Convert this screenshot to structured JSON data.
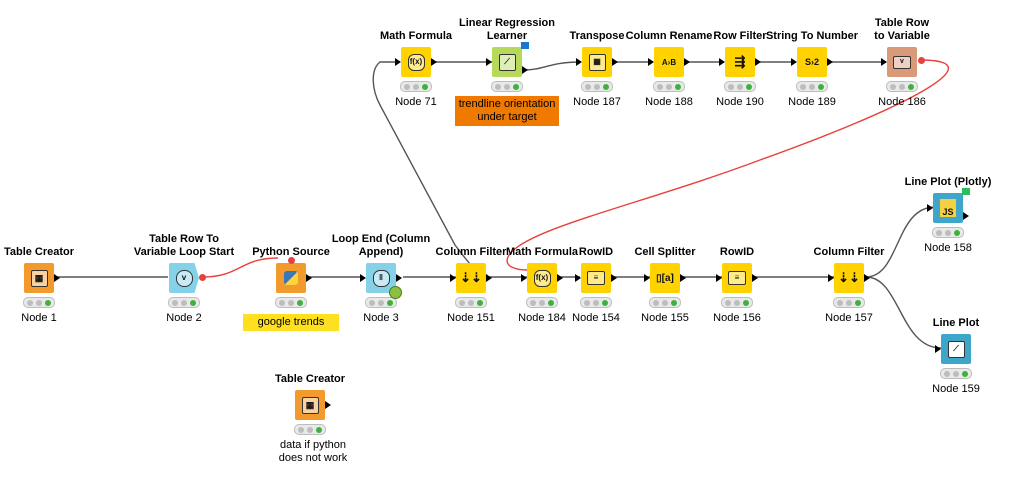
{
  "nodes": {
    "table_creator_1": {
      "title": "Table Creator",
      "label": "Node 1",
      "icon": "table-grid-icon",
      "color": "#f39a2d"
    },
    "loop_start": {
      "title": "Table Row To\nVariable Loop Start",
      "label": "Node 2",
      "icon": "variable-loop-icon",
      "color": "#84d1e8"
    },
    "python_source": {
      "title": "Python Source",
      "label": "",
      "icon": "python-icon",
      "color": "#f39a2d"
    },
    "loop_end": {
      "title": "Loop End (Column\nAppend)",
      "label": "Node 3",
      "icon": "loop-end-icon",
      "color": "#84d1e8"
    },
    "column_filter_151": {
      "title": "Column Filter",
      "label": "Node 151",
      "icon": "filter-icon",
      "color": "#ffd200"
    },
    "math_184": {
      "title": "Math Formula",
      "label": "Node 184",
      "icon": "math-formula-icon",
      "color": "#ffd200"
    },
    "rowid_154": {
      "title": "RowID",
      "label": "Node 154",
      "icon": "rowid-icon",
      "color": "#ffd200"
    },
    "cell_splitter": {
      "title": "Cell Splitter",
      "label": "Node 155",
      "icon": "cell-split-icon",
      "color": "#ffd200"
    },
    "rowid_156": {
      "title": "RowID",
      "label": "Node 156",
      "icon": "rowid-icon",
      "color": "#ffd200"
    },
    "column_filter_157": {
      "title": "Column Filter",
      "label": "Node 157",
      "icon": "filter-icon",
      "color": "#ffd200"
    },
    "line_plot_plotly": {
      "title": "Line Plot (Plotly)",
      "label": "Node 158",
      "icon": "js-icon",
      "color": "#3fa6c9"
    },
    "line_plot": {
      "title": "Line Plot",
      "label": "Node 159",
      "icon": "line-chart-icon",
      "color": "#3fa6c9"
    },
    "table_creator_2": {
      "title": "Table Creator",
      "label": "",
      "icon": "table-grid-icon",
      "color": "#f39a2d"
    },
    "math_71": {
      "title": "Math Formula",
      "label": "Node 71",
      "icon": "math-formula-icon",
      "color": "#ffd200"
    },
    "lin_reg": {
      "title": "Linear Regression\nLearner",
      "label": "",
      "icon": "regression-icon",
      "color": "#b6d95c"
    },
    "transpose": {
      "title": "Transpose",
      "label": "Node 187",
      "icon": "transpose-icon",
      "color": "#ffd200"
    },
    "col_rename": {
      "title": "Column Rename",
      "label": "Node 188",
      "icon": "rename-icon",
      "color": "#ffd200"
    },
    "row_filter": {
      "title": "Row Filter",
      "label": "Node 190",
      "icon": "row-filter-icon",
      "color": "#ffd200"
    },
    "str_to_num": {
      "title": "String To Number",
      "label": "Node 189",
      "icon": "string-to-number-icon",
      "color": "#ffd200"
    },
    "row_to_var": {
      "title": "Table Row\nto Variable",
      "label": "Node 186",
      "icon": "row-to-variable-icon",
      "color": "#d99a79"
    }
  },
  "annotations": {
    "google_trends": "google trends",
    "trendline": "trendline orientation\nunder target",
    "data_if_python": "data if python\ndoes not work"
  },
  "icon_text": {
    "math": "f(x)",
    "js": "JS",
    "s2": "S›2",
    "ab": "A›B"
  }
}
